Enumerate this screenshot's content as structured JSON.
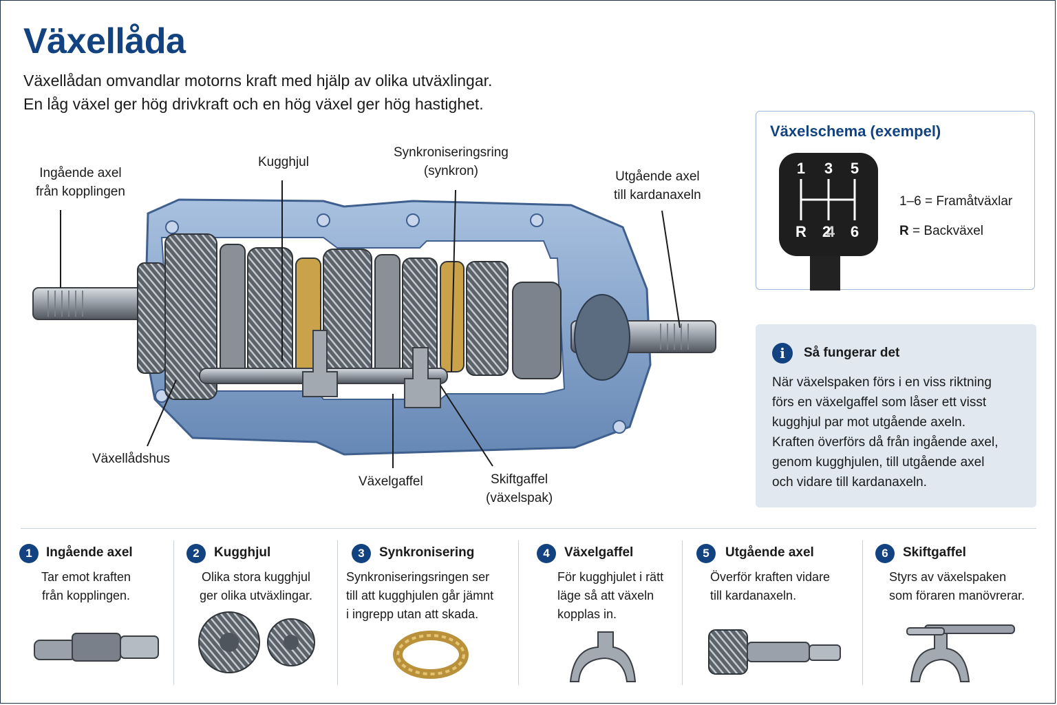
{
  "title": "Växellåda",
  "intro": {
    "line1": "Växellådan omvandlar motorns kraft med hjälp av olika utväxlingar.",
    "line2": "En låg växel ger hög drivkraft och en hög växel ger hög hastighet."
  },
  "callouts": {
    "input_shaft": [
      "Ingående axel",
      "från kopplingen"
    ],
    "gear": [
      "Kugghjul"
    ],
    "synchro": [
      "Synkroniseringsring",
      "(synkron)"
    ],
    "output_shaft": [
      "Utgående axel",
      "till kardanaxeln"
    ],
    "housing": [
      "Växellådshus"
    ],
    "fork": [
      "Växelgaffel"
    ],
    "shift_fork": [
      "Skiftgaffel",
      "(växelspak)"
    ]
  },
  "schema": {
    "title": "Växelschema (exempel)",
    "top_gears": [
      "1",
      "3",
      "5"
    ],
    "bottom_gears": [
      "R",
      "2",
      "4",
      "6"
    ],
    "legend1_key": "1–6",
    "legend1_value": "= Framåtväxlar",
    "legend2_key": "R",
    "legend2_value": "= Backväxel"
  },
  "info": {
    "icon": "info-icon",
    "icon_glyph": "i",
    "title": "Så fungerar det",
    "lines": [
      "När växelspaken förs i en viss riktning",
      "förs en växelgaffel som låser ett visst",
      "kugghjul par mot utgående axeln.",
      "Kraften överförs då från ingående axel,",
      "genom kugghjulen, till utgående axel",
      "och vidare till kardanaxeln."
    ]
  },
  "cards": [
    {
      "num": "1",
      "title": "Ingående axel",
      "desc": [
        "Tar emot kraften",
        "från kopplingen."
      ]
    },
    {
      "num": "2",
      "title": "Kugghjul",
      "desc": [
        "Olika stora kugghjul",
        "ger olika utväxlingar."
      ]
    },
    {
      "num": "3",
      "title": "Synkronisering",
      "desc": [
        "Synkroniseringsringen ser",
        "till att kugghjulen går jämnt",
        "i ingrepp utan att skada."
      ]
    },
    {
      "num": "4",
      "title": "Växelgaffel",
      "desc": [
        "För kugghjulet i rätt",
        "läge så att växeln",
        "kopplas in."
      ]
    },
    {
      "num": "5",
      "title": "Utgående axel",
      "desc": [
        "Överför kraften vidare",
        "till kardanaxeln."
      ]
    },
    {
      "num": "6",
      "title": "Skiftgaffel",
      "desc": [
        "Styrs av växelspaken",
        "som föraren manövrerar."
      ]
    }
  ],
  "colors": {
    "title_blue": "#12427f",
    "housing_blue": "#7e9fca",
    "gear_steel": "#6b7078",
    "synchro_brass": "#c9a24a",
    "info_bg": "#e1e8f0"
  }
}
